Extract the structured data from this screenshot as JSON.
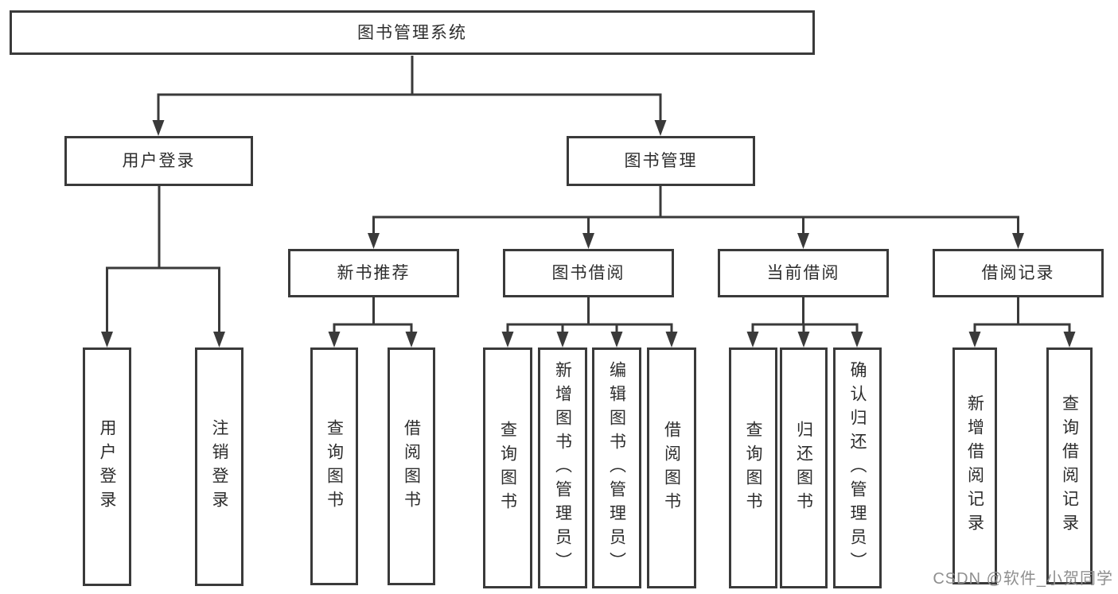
{
  "tree": {
    "label": "图书管理系统",
    "children": [
      {
        "label": "用户登录",
        "children": [
          {
            "label": "用户登录"
          },
          {
            "label": "注销登录"
          }
        ]
      },
      {
        "label": "图书管理",
        "children": [
          {
            "label": "新书推荐",
            "children": [
              {
                "label": "查询图书"
              },
              {
                "label": "借阅图书"
              }
            ]
          },
          {
            "label": "图书借阅",
            "children": [
              {
                "label": "查询图书"
              },
              {
                "label": "新增图书（管理员）"
              },
              {
                "label": "编辑图书（管理员）"
              },
              {
                "label": "借阅图书"
              }
            ]
          },
          {
            "label": "当前借阅",
            "children": [
              {
                "label": "查询图书"
              },
              {
                "label": "归还图书"
              },
              {
                "label": "确认归还（管理员）"
              }
            ]
          },
          {
            "label": "借阅记录",
            "children": [
              {
                "label": "新增借阅记录"
              },
              {
                "label": "查询借阅记录"
              }
            ]
          }
        ]
      }
    ]
  },
  "watermark": "CSDN @软件_小贺同学",
  "colors": {
    "line": "#3a3a3a",
    "text": "#2d2d2d",
    "background": "#ffffff",
    "watermark": "#8f8f8f"
  }
}
